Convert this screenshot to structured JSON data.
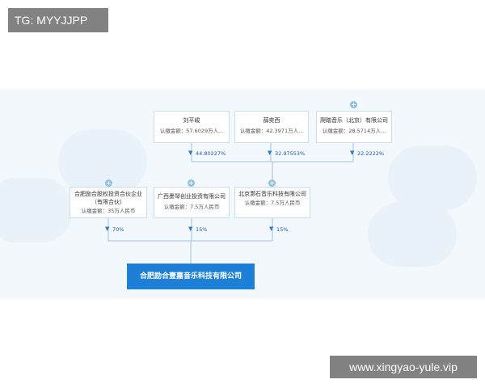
{
  "watermark": {
    "top_left": "TG: MYYJJPP",
    "bottom_right": "www.xingyao-yule.vip"
  },
  "top_row": [
    {
      "name": "刘平峻",
      "amount_label": "认缴金额：",
      "amount": "57.6029万人..."
    },
    {
      "name": "薛奕西",
      "amount_label": "认缴金额：",
      "amount": "42.3971万人..."
    },
    {
      "name": "爬踏音乐（北京）有限公司",
      "amount_label": "认缴金额：",
      "amount": "28.5714万人..."
    }
  ],
  "top_percents": [
    "44.80227%",
    "32.97553%",
    "22.2222%"
  ],
  "middle_row": [
    {
      "name": "合肥励合股权投资合伙企业（有限合伙）",
      "amount_label": "认缴金额：",
      "amount": "35万人民币"
    },
    {
      "name": "广西墨琴创业投资有限公司",
      "amount_label": "认缴金额：",
      "amount": "7.5万人民币"
    },
    {
      "name": "北京灏石音乐科技有限公司",
      "amount_label": "认缴金额：",
      "amount": "7.5万人民币"
    }
  ],
  "middle_percents": [
    "70%",
    "15%",
    "15%"
  ],
  "target_company": "合肥励合壹嘉音乐科技有限公司",
  "icons": {
    "expand": "plus-circle-icon",
    "arrow": "triangle-down-icon"
  },
  "colors": {
    "accent": "#1e7fd6",
    "line": "#9cc3e0",
    "node_border": "#c8dcea"
  }
}
